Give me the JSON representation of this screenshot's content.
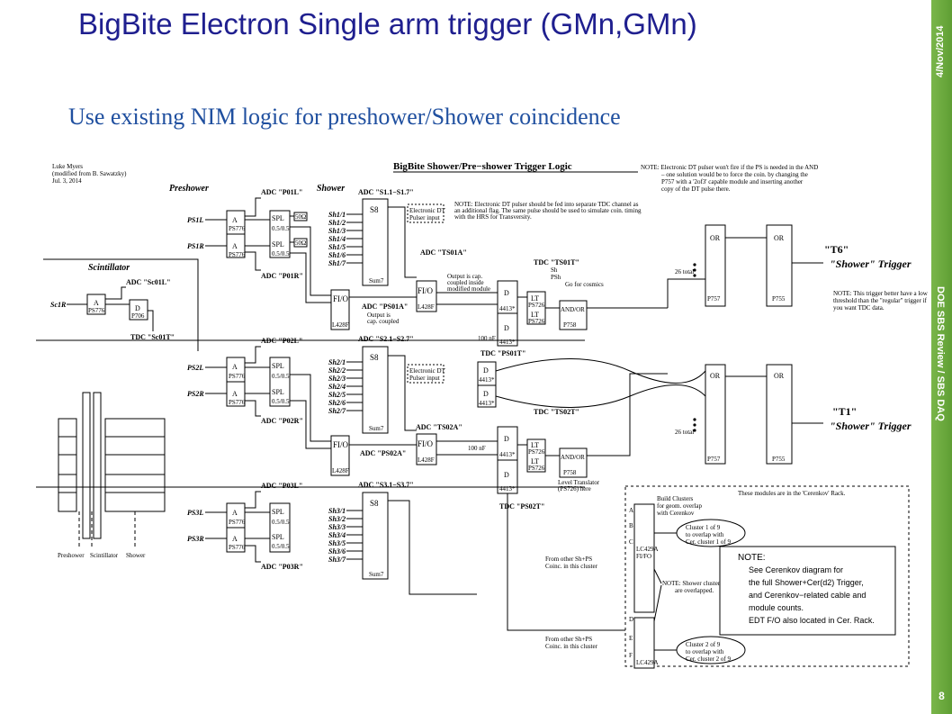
{
  "slide": {
    "title": "BigBite Electron Single arm trigger (GMn,GMn)",
    "subtitle": "Use existing NIM logic for preshower/Shower coincidence",
    "date": "4/Nov/2014",
    "footer": "DOE SBS Review / SBS DAQ",
    "page_number": "8"
  },
  "diagram": {
    "author": [
      "Luke Myers",
      "(modified from B. Sawatzky)",
      "Jul. 3, 2014"
    ],
    "heading": "BigBite Shower/Pre−shower Trigger Logic",
    "preshower_label": "Preshower",
    "shower_label": "Shower",
    "scintillator_label": "Scintillator",
    "top_note": [
      "NOTE:   Electronic DT pulser won't fire if the PS is needed in the AND",
      "– one solution would be to force the coin. by changing the",
      "P757 with a '2of3' capable module and inserting another",
      "copy of the DT pulse there."
    ],
    "dt_note": [
      "NOTE: Electronic DT pulser should be fed into separate TDC channel as",
      "an additional flag. The same pulse should be used to simulate coin. timing",
      "with the HRS for Transversity."
    ],
    "trigger_note": [
      "NOTE: This trigger better have a low",
      "threshold than the \"regular\" trigger if",
      "you want TDC data."
    ],
    "cerenkov_note": [
      "NOTE:",
      "See Cerenkov diagram for",
      "the full Shower+Cer(d2) Trigger,",
      "and Cerenkov−related cable and",
      "module counts.",
      "EDT F/O also located in Cer. Rack."
    ],
    "rack_note": "These modules are in the 'Cerenkov' Rack.",
    "build_clusters": [
      "Build Clusters",
      "for geom. overlap",
      "with Cerenkov"
    ],
    "cluster1": [
      "Cluster 1 of 9",
      "to overlap with",
      "Cer. cluster 1 of 9"
    ],
    "cluster2": [
      "Cluster 2 of 9",
      "to overlap with",
      "Cer. cluster 2 of 9"
    ],
    "from_other_1": [
      "From other Sh+PS",
      "Coinc. in this cluster"
    ],
    "from_other_2": [
      "From other Sh+PS",
      "Coinc. in this cluster"
    ],
    "shower_clusters_note": [
      "NOTE: Shower clusters",
      "are overlapped."
    ],
    "level_translator": [
      "Level Translator",
      "(PS726) here"
    ],
    "triggers": {
      "t6_name": "\"T6\"",
      "t6_label": "\"Shower\" Trigger",
      "t1_name": "\"T1\"",
      "t1_label": "\"Shower\" Trigger"
    },
    "totals": [
      "26 total",
      "26 total"
    ],
    "bars": {
      "preshower": "Preshower",
      "scintillator": "Scintillator",
      "shower": "Shower"
    },
    "rows": [
      {
        "ps_l": "PS1L",
        "ps_r": "PS1R",
        "adc_l": "ADC \"P01L\"",
        "adc_r": "ADC \"P01R\"",
        "adc_s": "ADC \"S1.1−S1.7\"",
        "adc_ps": "ADC \"PS01A\"",
        "adc_ts": "ADC \"TS01A\"",
        "tdc_ts": "TDC \"TS01T\"",
        "tdc_ps": "TDC \"PS01T\"",
        "sh": [
          "Sh1/1",
          "Sh1/2",
          "Sh1/3",
          "Sh1/4",
          "Sh1/5",
          "Sh1/6",
          "Sh1/7"
        ]
      },
      {
        "ps_l": "PS2L",
        "ps_r": "PS2R",
        "adc_l": "ADC \"P02L\"",
        "adc_r": "ADC \"P02R\"",
        "adc_s": "ADC \"S2.1−S2.7\"",
        "adc_ps": "ADC \"PS02A\"",
        "adc_ts": "ADC \"TS02A\"",
        "tdc_ts": "TDC \"TS02T\"",
        "tdc_ps": "TDC \"PS02T\"",
        "sh": [
          "Sh2/1",
          "Sh2/2",
          "Sh2/3",
          "Sh2/4",
          "Sh2/5",
          "Sh2/6",
          "Sh2/7"
        ]
      },
      {
        "ps_l": "PS3L",
        "ps_r": "PS3R",
        "adc_l": "ADC \"P03L\"",
        "adc_r": "ADC \"P03R\"",
        "adc_s": "ADC \"S3.1−S3.7\"",
        "sh": [
          "Sh3/1",
          "Sh3/2",
          "Sh3/3",
          "Sh3/4",
          "Sh3/5",
          "Sh3/6",
          "Sh3/7"
        ]
      }
    ],
    "scint": {
      "input": "Sc1R",
      "adc": "ADC \"Sc01L\"",
      "tdc": "TDC \"Sc01T\""
    }
  }
}
